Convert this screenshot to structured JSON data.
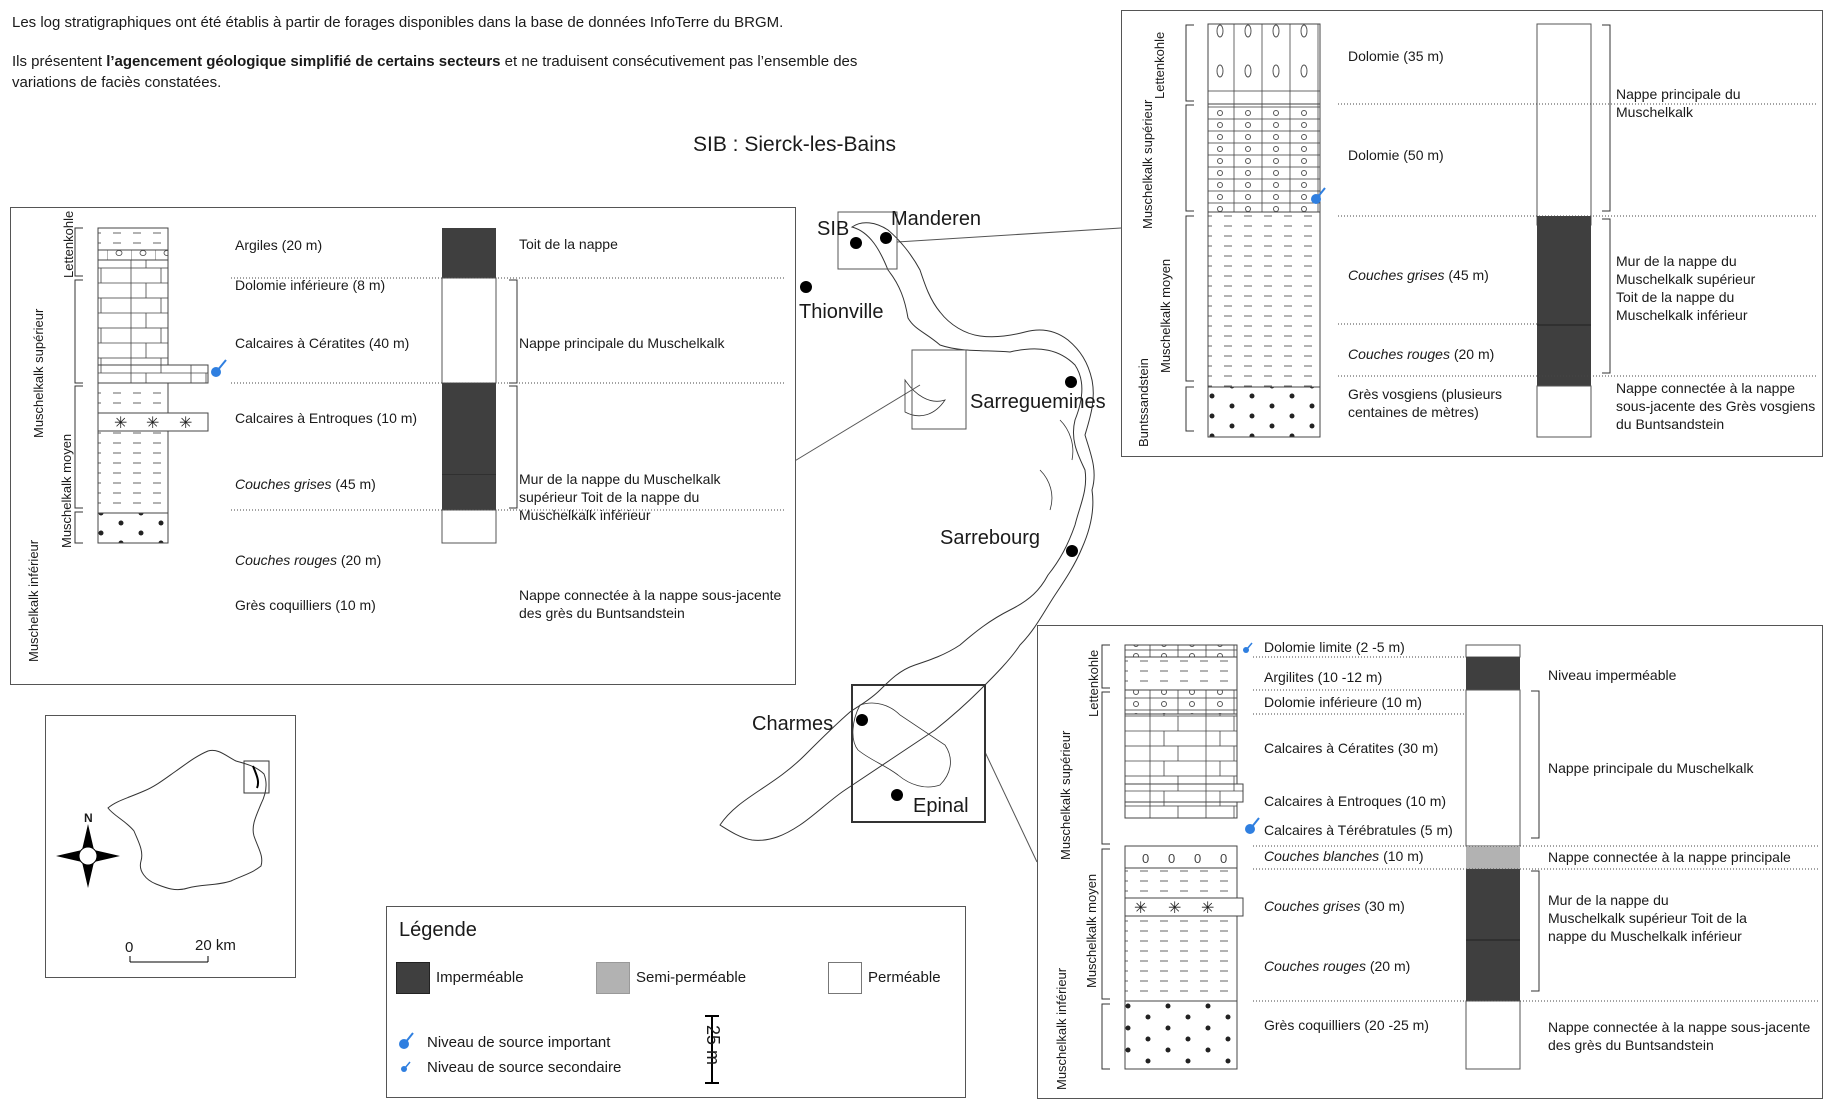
{
  "intro": {
    "line1": "Les log stratigraphiques ont été établis à partir de forages disponibles dans la base de données InfoTerre du BRGM.",
    "line2_pre": "Ils présentent ",
    "line2_bold": "l’agencement géologique simplifié de certains secteurs",
    "line2_post": " et ne traduisent consécutivement pas l’ensemble des variations de faciès constatées."
  },
  "sib_label": "SIB : Sierck-les-Bains",
  "map": {
    "cities": [
      "SIB",
      "Manderen",
      "Thionville",
      "Sarreguemines",
      "Sarrebourg",
      "Charmes",
      "Epinal"
    ],
    "scale_zero": "0",
    "scale_label": "20 km",
    "north": "N"
  },
  "legend": {
    "title": "Légende",
    "items": [
      {
        "label": "Imperméable",
        "color": "#3f3f3f"
      },
      {
        "label": "Semi-perméable",
        "color": "#b2b2b2"
      },
      {
        "label": "Perméable",
        "color": "#ffffff"
      }
    ],
    "source_major": "Niveau de source important",
    "source_minor": "Niveau de source secondaire",
    "scale": "25 m",
    "source_color": "#2f7fe0"
  },
  "log_left": {
    "groups": [
      "Lettenkohle",
      "Muschelkalk supérieur",
      "Muschelkalk moyen",
      "Muschelkalk inférieur"
    ],
    "layers": [
      {
        "label": "Argiles (20 m)",
        "italic": false
      },
      {
        "label": "Dolomie inférieure (8 m)",
        "italic": false
      },
      {
        "label": "Calcaires à Cératites (40 m)",
        "italic": false
      },
      {
        "label": "Calcaires à Entroques (10 m)",
        "italic": false
      },
      {
        "label": "Couches grises",
        "suffix": " (45 m)",
        "italic": true
      },
      {
        "label": "Couches rouges",
        "suffix": " (20 m)",
        "italic": true
      },
      {
        "label": "Grès coquilliers (10 m)",
        "italic": false
      }
    ],
    "descriptions": [
      "Toit de la nappe",
      "Nappe principale du Muschelkalk",
      "Mur de la nappe du Muschelkalk supérieur Toit de la nappe du Muschelkalk inférieur",
      "Nappe connectée à la nappe sous-jacente des grès du Buntsandstein"
    ]
  },
  "log_top_right": {
    "groups": [
      "Lettenkohle",
      "Muschelkalk supérieur",
      "Muschelkalk moyen",
      "Buntssandstein"
    ],
    "layers": [
      {
        "label": "Dolomie  (35 m)",
        "italic": false
      },
      {
        "label": "Dolomie (50 m)",
        "italic": false
      },
      {
        "label": "Couches grises",
        "suffix": " (45 m)",
        "italic": true
      },
      {
        "label": "Couches rouges",
        "suffix": " (20 m)",
        "italic": true
      },
      {
        "label": "Grès vosgiens (plusieurs centaines de mètres)",
        "italic": false
      }
    ],
    "descriptions": [
      "Nappe principale du Muschelkalk",
      "Mur de la nappe du Muschelkalk supérieur Toit de la nappe du Muschelkalk inférieur",
      "Nappe connectée à la nappe sous-jacente des Grès vosgiens du Buntsandstein"
    ]
  },
  "log_bottom_right": {
    "groups": [
      "Lettenkohle",
      "Muschelkalk supérieur",
      "Muschelkalk moyen",
      "Muschelkalk inférieur"
    ],
    "layers": [
      {
        "label": "Dolomie limite (2 -5 m)",
        "italic": false
      },
      {
        "label": "Argilites (10 -12 m)",
        "italic": false
      },
      {
        "label": "Dolomie inférieure (10 m)",
        "italic": false
      },
      {
        "label": "Calcaires à Cératites (30 m)",
        "italic": false
      },
      {
        "label": "Calcaires à Entroques (10 m)",
        "italic": false
      },
      {
        "label": "Calcaires à Térébratules (5 m)",
        "italic": false
      },
      {
        "label": "Couches blanches",
        "suffix": " (10 m)",
        "italic": true
      },
      {
        "label": "Couches grises",
        "suffix": " (30 m)",
        "italic": true
      },
      {
        "label": "Couches rouges",
        "suffix": " (20 m)",
        "italic": true
      },
      {
        "label": "Grès coquilliers (20 -25 m)",
        "italic": false
      }
    ],
    "descriptions": [
      "Niveau imperméable",
      "Nappe principale du Muschelkalk",
      "Nappe connectée à la nappe principale",
      "Mur de la nappe du Muschelkalk supérieur Toit de la nappe du Muschelkalk inférieur",
      "Nappe connectée à la nappe sous-jacente des grès du Buntsandstein"
    ]
  }
}
